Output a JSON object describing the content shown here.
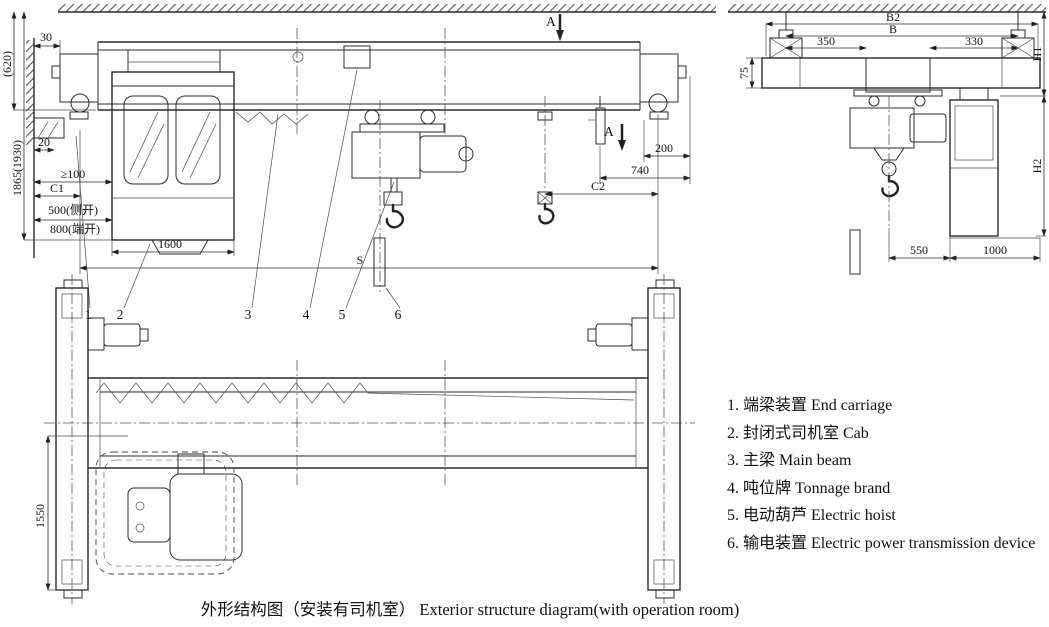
{
  "caption": "外形结构图（安装有司机室） Exterior structure diagram(with operation room)",
  "legend": {
    "items": [
      "1. 端梁装置 End carriage",
      "2. 封闭式司机室 Cab",
      "3. 主梁 Main beam",
      "4. 吨位牌 Tonnage brand",
      "5. 电动葫芦 Electric hoist",
      "6. 输电装置 Electric power transmission device"
    ]
  },
  "side_view": {
    "dims": {
      "d30": "30",
      "d620": "(620)",
      "d1865": "1865(1930)",
      "d20": "20",
      "dmin": "≥100",
      "c1": "C1",
      "d500": "500(侧开)",
      "d800": "800(端开)",
      "d1600": "1600",
      "d200": "200",
      "d740": "740",
      "c2": "C2",
      "s": "S",
      "section_a": "A"
    },
    "callouts": [
      "1",
      "2",
      "3",
      "4",
      "5",
      "6"
    ]
  },
  "end_view": {
    "dims": {
      "b2": "B2",
      "b": "B",
      "d350": "350",
      "d330": "330",
      "d75": "75",
      "h1": "H1",
      "h2": "H2",
      "d550": "550",
      "d1000": "1000"
    }
  },
  "plan_view": {
    "dims": {
      "d1550": "1550"
    }
  }
}
